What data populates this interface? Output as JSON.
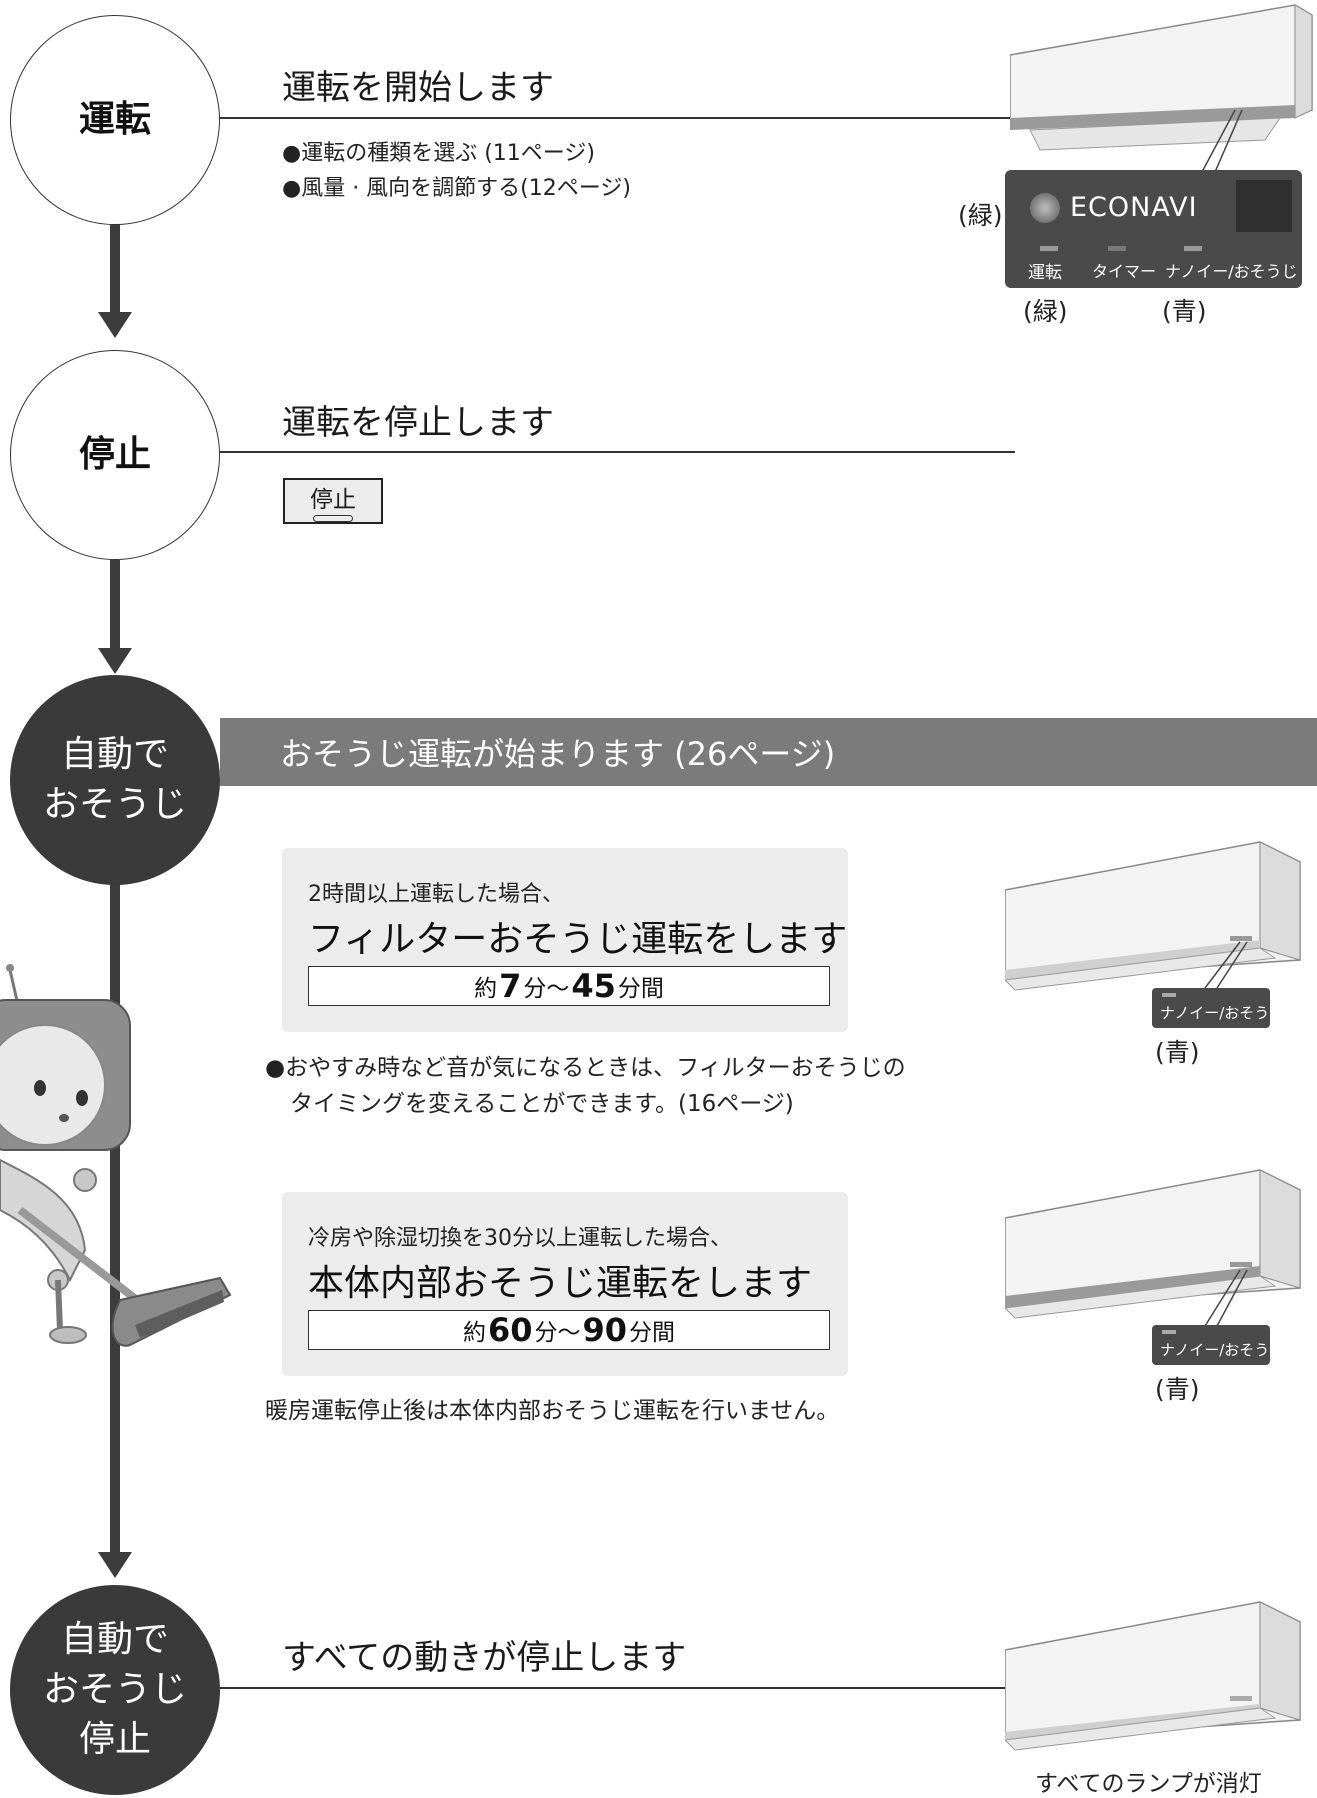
{
  "steps": {
    "run": {
      "circle": "運転",
      "title": "運転を開始します",
      "bullets": [
        "●運転の種類を選ぶ (11ページ)",
        "●風量 · 風向を調節する(12ページ)"
      ]
    },
    "stop": {
      "circle": "停止",
      "title": "運転を停止します",
      "button": "停止"
    },
    "auto_clean": {
      "circle": "自動で\nおそうじ",
      "banner": "おそうじ運転が始まります (26ページ)",
      "filter": {
        "condition": "2時間以上運転した場合、",
        "title": "フィルターおそうじ運転をします",
        "dur_prefix": "約",
        "dur_min": "7",
        "dur_mid": "分〜",
        "dur_max": "45",
        "dur_suffix": "分間",
        "note_line1": "●おやすみ時など音が気になるときは、フィルターおそうじの",
        "note_line2": "タイミングを変えることができます。(16ページ)",
        "lamp_panel_label": "ナノイー/おそうじ",
        "lamp_color": "(青)"
      },
      "internal": {
        "condition": "冷房や除湿切換を30分以上運転した場合、",
        "title": "本体内部おそうじ運転をします",
        "dur_prefix": "約",
        "dur_min": "60",
        "dur_mid": "分〜",
        "dur_max": "90",
        "dur_suffix": "分間",
        "note": "暖房運転停止後は本体内部おそうじ運転を行いません。",
        "lamp_panel_label": "ナノイー/おそうじ",
        "lamp_color": "(青)"
      }
    },
    "auto_clean_stop": {
      "circle": "自動で\nおそうじ\n停止",
      "title": "すべての動きが停止します",
      "caption": "すべてのランプが消灯"
    }
  },
  "indoor_panel": {
    "brand": "ECONAVI",
    "sensor_color": "(緑)",
    "lamp_run": "運転",
    "lamp_timer": "タイマー",
    "lamp_nanoe": "ナノイー/おそうじ",
    "run_color": "(緑)",
    "nanoe_color": "(青)"
  },
  "colors": {
    "dark": "#3a3a3a",
    "banner": "#7b7b7b",
    "panel_bg": "#ececec",
    "unit_face": "#f2f2f2"
  }
}
